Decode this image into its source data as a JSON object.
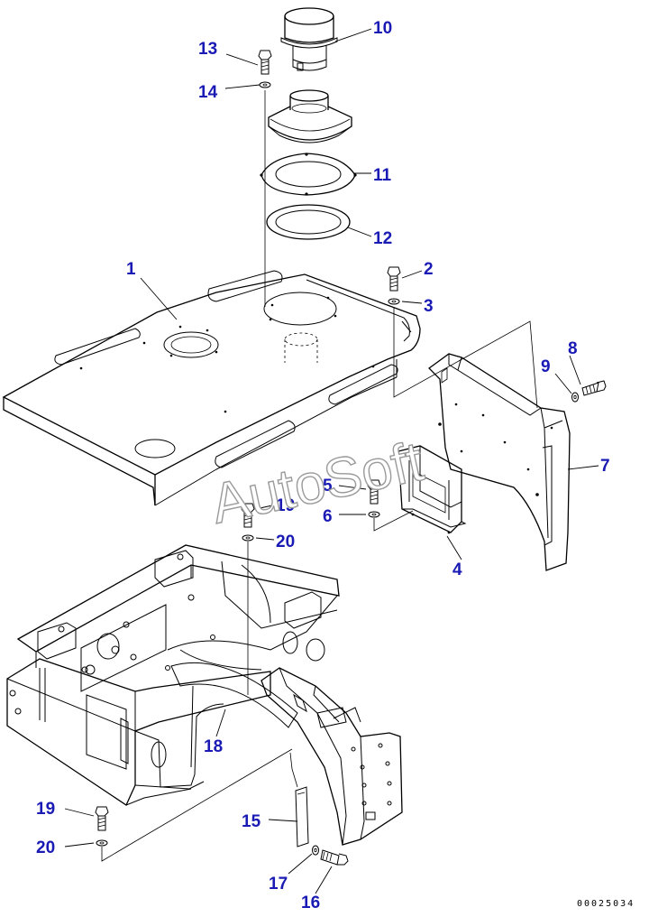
{
  "watermark": "AutoSoft",
  "drawing_number": "00025034",
  "callouts": {
    "c1": "1",
    "c2": "2",
    "c3": "3",
    "c4": "4",
    "c5": "5",
    "c6": "6",
    "c7": "7",
    "c8": "8",
    "c9": "9",
    "c10": "10",
    "c11": "11",
    "c12": "12",
    "c13": "13",
    "c14": "14",
    "c15": "15",
    "c16": "16",
    "c17": "17",
    "c18": "18",
    "c19a": "19",
    "c20a": "20",
    "c19b": "19",
    "c20b": "20"
  },
  "colors": {
    "callout": "#1a1ab4",
    "line": "#000000",
    "watermark_outline": "#9a9a9a"
  }
}
